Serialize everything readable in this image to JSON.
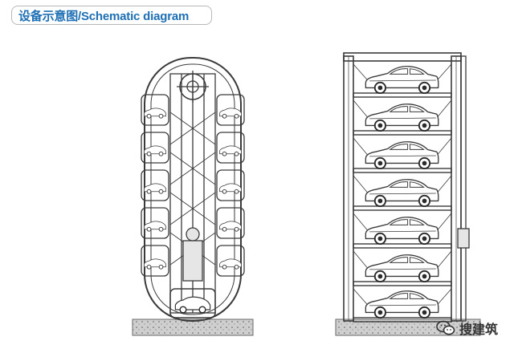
{
  "header": {
    "title": "设备示意图/Schematic diagram"
  },
  "figures": {
    "rotary_levels_per_side": 5,
    "tower_levels": 7
  },
  "watermark": {
    "text": "搜建筑"
  },
  "colors": {
    "title_blue": "#1f6fb4",
    "line": "#3a3a3a",
    "concrete": "#b9b9b9"
  },
  "icons": {
    "watermark_icon": "wechat-icon"
  }
}
